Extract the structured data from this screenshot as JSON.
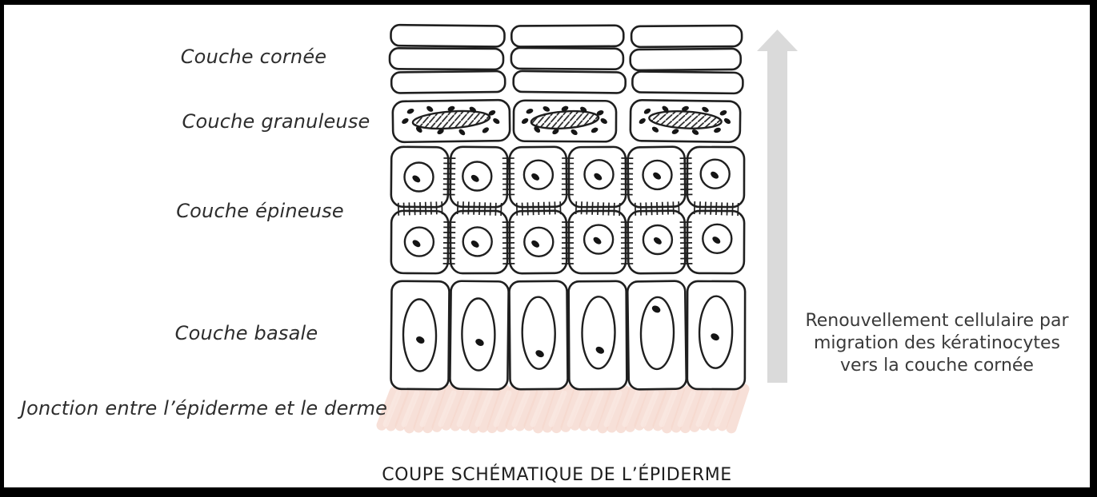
{
  "labels": {
    "cornee": "Couche cornée",
    "granuleuse": "Couche granuleuse",
    "epineuse": "Couche épineuse",
    "basale": "Couche basale",
    "jonction": "Jonction entre l’épiderme et le derme"
  },
  "arrow_caption": {
    "lines": [
      "Renouvellement cellulaire par",
      "migration des kératinocytes",
      "vers la couche cornée"
    ]
  },
  "figure_title": "COUPE SCHÉMATIQUE DE L’ÉPIDERME",
  "figure": {
    "layers": [
      {
        "id": "couche-cornee",
        "rows": 3,
        "cells_per_row": 3,
        "cell": "flat-corneocyte"
      },
      {
        "id": "couche-granuleuse",
        "rows": 1,
        "cells_per_row": 3,
        "cell": "granular-cell"
      },
      {
        "id": "couche-epineuse",
        "rows": 2,
        "cells_per_row": 6,
        "cell": "spinous-cell"
      },
      {
        "id": "couche-basale",
        "rows": 1,
        "cells_per_row": 6,
        "cell": "basal-cell"
      }
    ],
    "ink_color": "#1f1f1f",
    "arrow_color": "#dadada",
    "junction_color": "#f6d9cf",
    "junction_light_color": "#fbeae4"
  }
}
